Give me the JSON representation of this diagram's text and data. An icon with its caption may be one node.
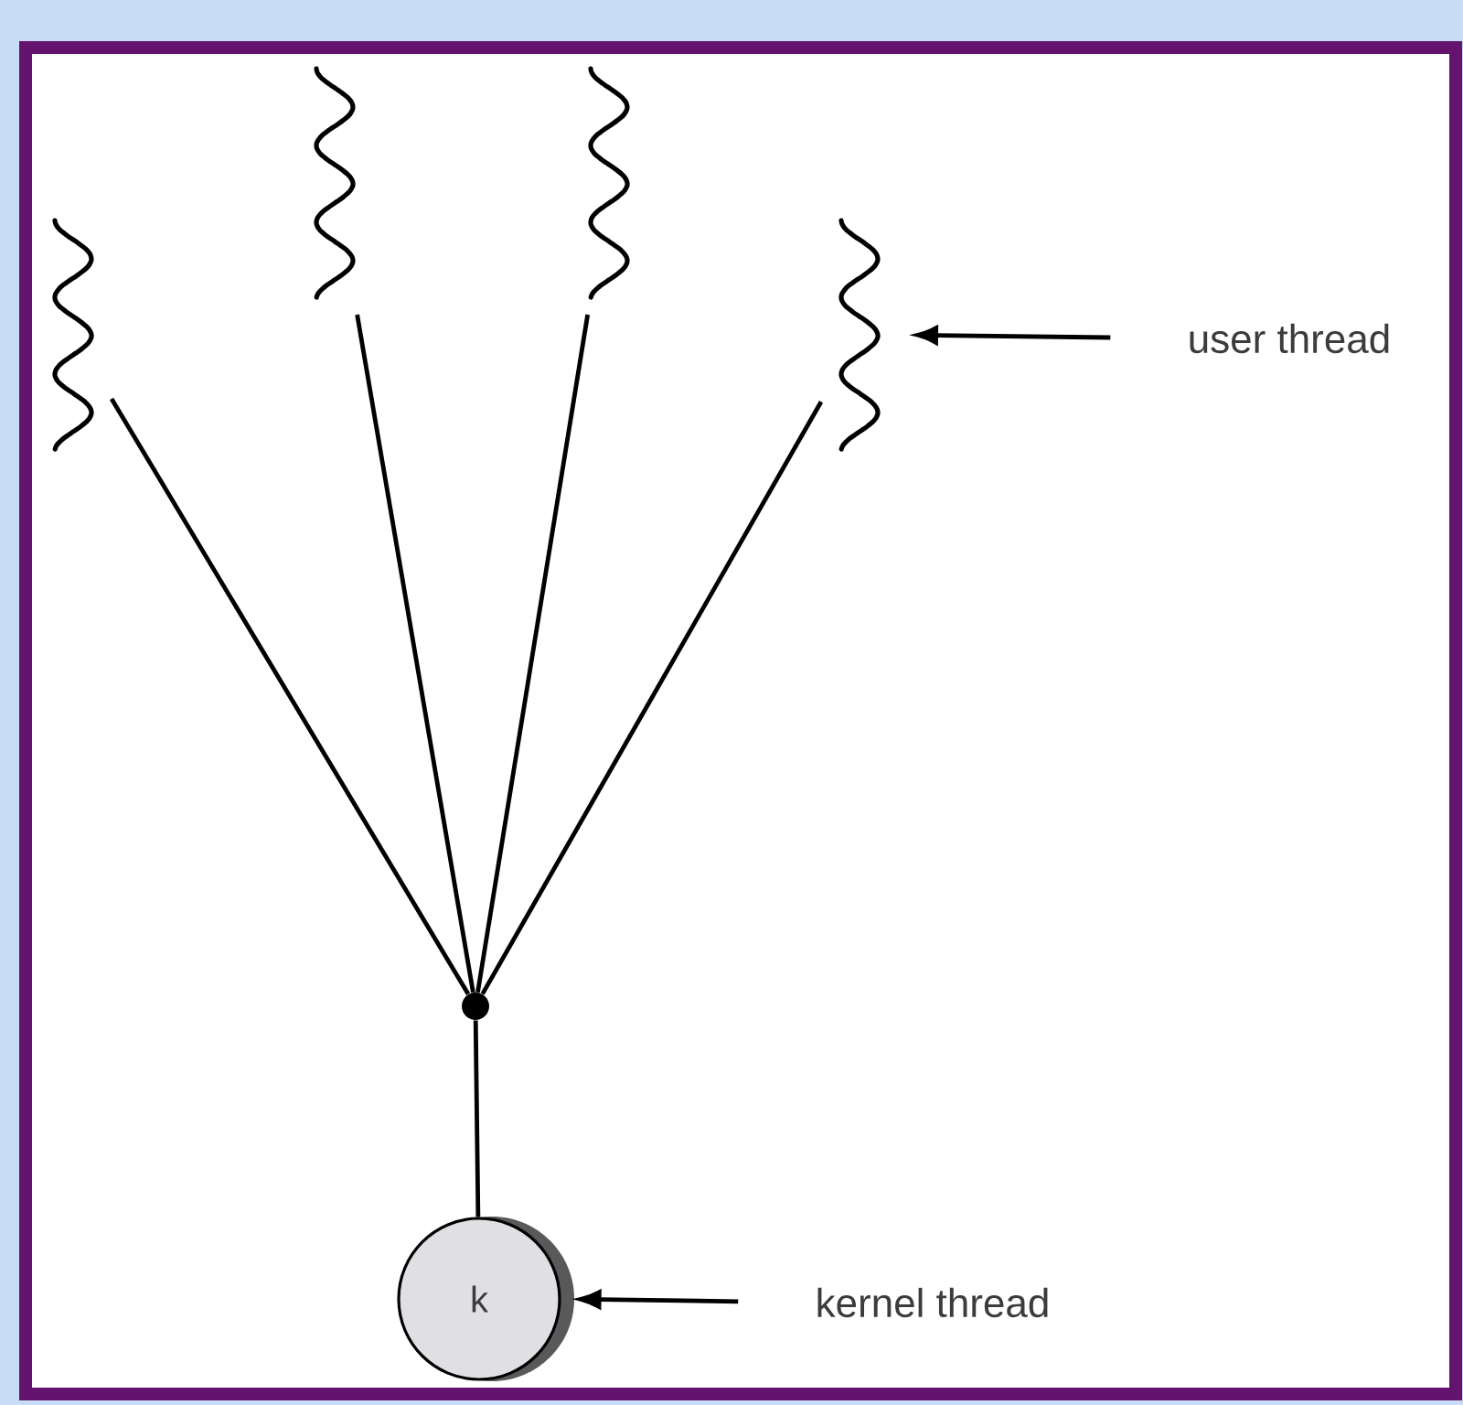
{
  "diagram": {
    "nodes": [
      {
        "text": [],
        "shape": "wave"
      },
      {
        "text": [],
        "shape": "wave"
      },
      {
        "text": [],
        "shape": "wave"
      },
      {
        "text": [],
        "shape": "wave"
      },
      {
        "text": [],
        "shape": "circle"
      },
      {
        "text": [
          "k"
        ]
      },
      {
        "text": [
          "user thread"
        ]
      },
      {
        "text": [
          "kernel thread"
        ]
      }
    ],
    "edges": [
      {
        "from": 0,
        "to": 4,
        "arrow": "none"
      },
      {
        "from": 1,
        "to": 4,
        "arrow": "none"
      },
      {
        "from": 2,
        "to": 4,
        "arrow": "none"
      },
      {
        "from": 3,
        "to": 4,
        "arrow": "none"
      },
      {
        "from": 4,
        "to": 5,
        "arrow": "none"
      },
      {
        "from": 6,
        "to": 3,
        "arrow": "to"
      },
      {
        "from": 7,
        "to": 5,
        "arrow": "to"
      }
    ]
  }
}
